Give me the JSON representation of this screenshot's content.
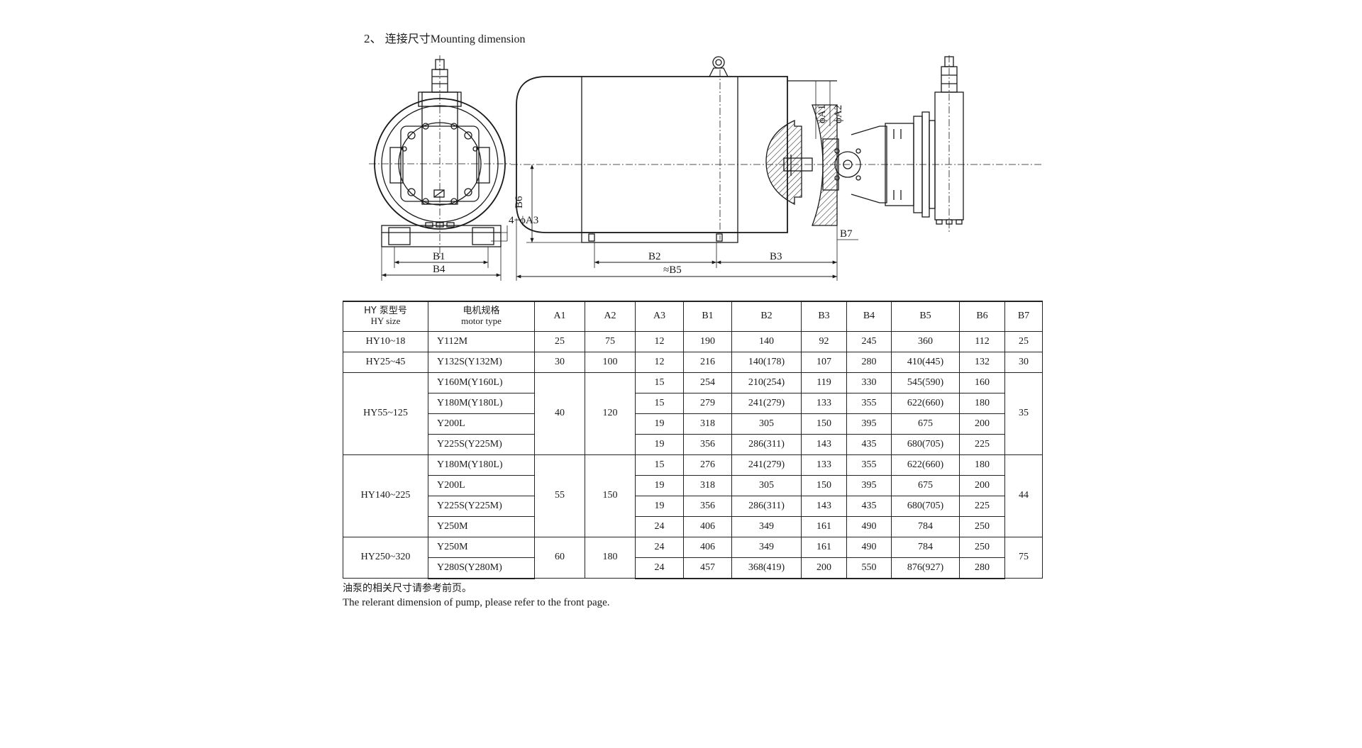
{
  "heading": {
    "number": "2、",
    "title_cn": "连接尺寸",
    "title_en": "Mounting dimension"
  },
  "drawing_labels": {
    "b1": "B1",
    "b4": "B4",
    "b2": "B2",
    "b3": "B3",
    "b5": "≈B5",
    "b6": "B6",
    "b7": "B7",
    "a1": "ϕA1",
    "a2": "ϕA2",
    "a3": "4−ϕA3"
  },
  "table": {
    "header": {
      "size_cn": "HY 泵型号",
      "size_en": "HY size",
      "motor_cn": "电机规格",
      "motor_en": "motor type",
      "cols": [
        "A1",
        "A2",
        "A3",
        "B1",
        "B2",
        "B3",
        "B4",
        "B5",
        "B6",
        "B7"
      ]
    },
    "groups": [
      {
        "size": "HY10~18",
        "a1": "25",
        "a2": "75",
        "b7": "25",
        "rows": [
          {
            "motor": "Y112M",
            "a3": "12",
            "b1": "190",
            "b2": "140",
            "b3": "92",
            "b4": "245",
            "b5": "360",
            "b6": "112"
          }
        ]
      },
      {
        "size": "HY25~45",
        "a1": "30",
        "a2": "100",
        "b7": "30",
        "rows": [
          {
            "motor": "Y132S(Y132M)",
            "a3": "12",
            "b1": "216",
            "b2": "140(178)",
            "b3": "107",
            "b4": "280",
            "b5": "410(445)",
            "b6": "132"
          }
        ]
      },
      {
        "size": "HY55~125",
        "a1": "40",
        "a2": "120",
        "b7": "35",
        "rows": [
          {
            "motor": "Y160M(Y160L)",
            "a3": "15",
            "b1": "254",
            "b2": "210(254)",
            "b3": "119",
            "b4": "330",
            "b5": "545(590)",
            "b6": "160"
          },
          {
            "motor": "Y180M(Y180L)",
            "a3": "15",
            "b1": "279",
            "b2": "241(279)",
            "b3": "133",
            "b4": "355",
            "b5": "622(660)",
            "b6": "180"
          },
          {
            "motor": "Y200L",
            "a3": "19",
            "b1": "318",
            "b2": "305",
            "b3": "150",
            "b4": "395",
            "b5": "675",
            "b6": "200"
          },
          {
            "motor": "Y225S(Y225M)",
            "a3": "19",
            "b1": "356",
            "b2": "286(311)",
            "b3": "143",
            "b4": "435",
            "b5": "680(705)",
            "b6": "225"
          }
        ]
      },
      {
        "size": "HY140~225",
        "a1": "55",
        "a2": "150",
        "b7": "44",
        "rows": [
          {
            "motor": "Y180M(Y180L)",
            "a3": "15",
            "b1": "276",
            "b2": "241(279)",
            "b3": "133",
            "b4": "355",
            "b5": "622(660)",
            "b6": "180"
          },
          {
            "motor": "Y200L",
            "a3": "19",
            "b1": "318",
            "b2": "305",
            "b3": "150",
            "b4": "395",
            "b5": "675",
            "b6": "200"
          },
          {
            "motor": "Y225S(Y225M)",
            "a3": "19",
            "b1": "356",
            "b2": "286(311)",
            "b3": "143",
            "b4": "435",
            "b5": "680(705)",
            "b6": "225"
          },
          {
            "motor": "Y250M",
            "a3": "24",
            "b1": "406",
            "b2": "349",
            "b3": "161",
            "b4": "490",
            "b5": "784",
            "b6": "250"
          }
        ]
      },
      {
        "size": "HY250~320",
        "a1": "60",
        "a2": "180",
        "b7": "75",
        "rows": [
          {
            "motor": "Y250M",
            "a3": "24",
            "b1": "406",
            "b2": "349",
            "b3": "161",
            "b4": "490",
            "b5": "784",
            "b6": "250"
          },
          {
            "motor": "Y280S(Y280M)",
            "a3": "24",
            "b1": "457",
            "b2": "368(419)",
            "b3": "200",
            "b4": "550",
            "b5": "876(927)",
            "b6": "280"
          }
        ]
      }
    ]
  },
  "note": {
    "cn": "油泵的相关尺寸请参考前页。",
    "en": "The relerant dimension of pump, please refer to the front page."
  }
}
